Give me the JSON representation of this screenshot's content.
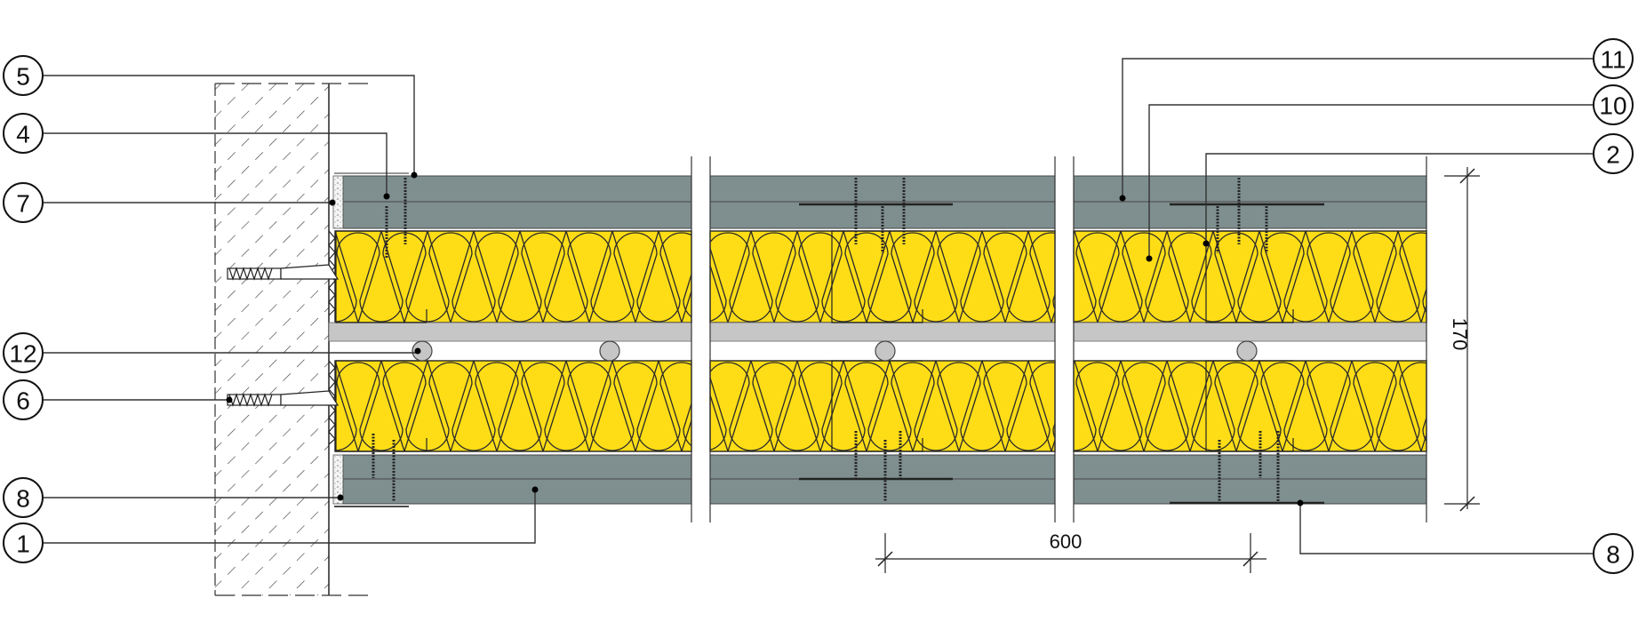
{
  "drawing": {
    "title": "Wall lining section detail with double insulated stud frame",
    "callouts_left": [
      "5",
      "4",
      "7",
      "12",
      "6",
      "8",
      "1"
    ],
    "callouts_right": [
      "11",
      "10",
      "2",
      "8"
    ],
    "dimensions": {
      "stud_spacing": "600",
      "total_thickness": "170"
    }
  },
  "colors": {
    "board": "#7f8f90",
    "insulation": "#fedd16",
    "cavity_band": "#c6c6c6",
    "line": "#222222"
  }
}
